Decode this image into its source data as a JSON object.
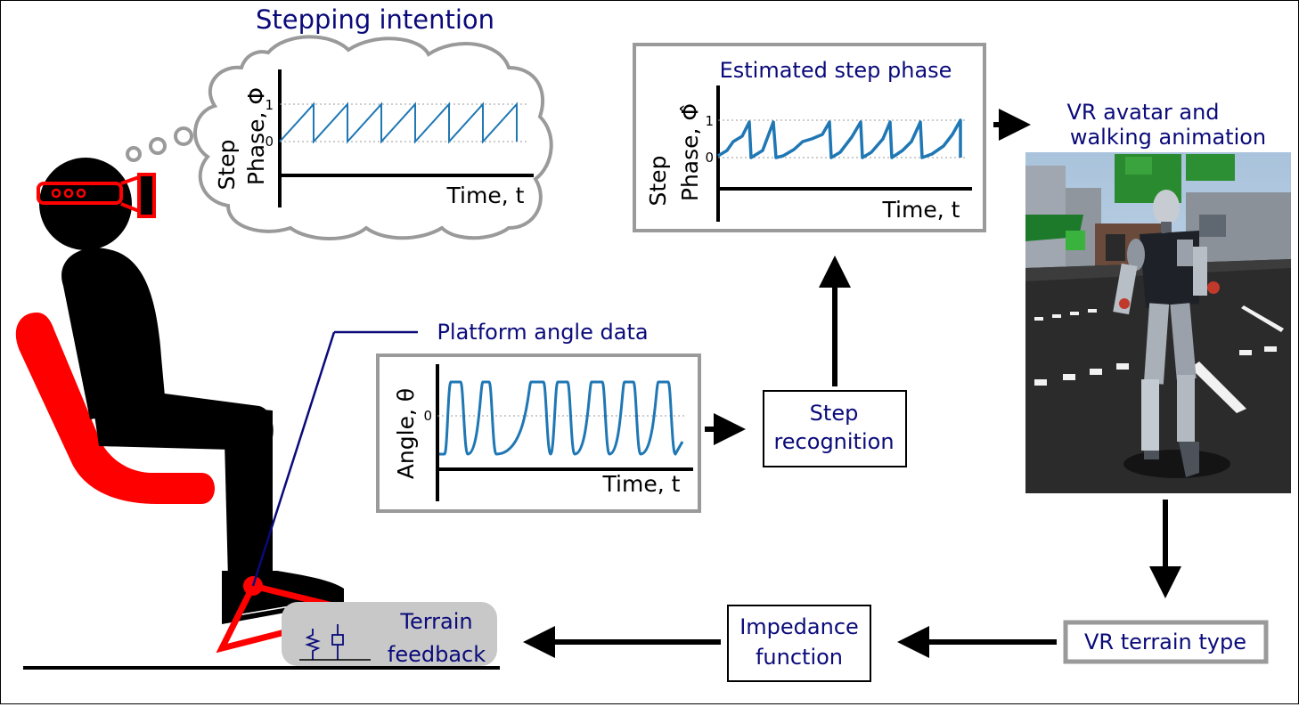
{
  "colors": {
    "accent_red": "#ff0000",
    "label_navy": "#0a0a7a",
    "plot_blue": "#1f77b4",
    "frame_gray": "#9a9a9a",
    "feedback_gray": "#c8c8c8"
  },
  "thought_cloud": {
    "title": "Stepping intention",
    "y_label_line1": "Step",
    "y_label_line2": "Phase, Φ",
    "x_label": "Time, t",
    "tick_1": "1",
    "tick_0": "0"
  },
  "estimated_phase_plot": {
    "title": "Estimated step phase",
    "y_label_line1": "Step",
    "y_label_line2": "Phase, Φ̂",
    "x_label": "Time, t",
    "tick_1": "1",
    "tick_0": "0"
  },
  "angle_plot": {
    "title": "Platform angle data",
    "y_label": "Angle, θ",
    "x_label": "Time, t",
    "tick_0": "0"
  },
  "step_recognition": {
    "line1": "Step",
    "line2": "recognition"
  },
  "vr_avatar": {
    "line1": "VR avatar and",
    "line2": "walking animation"
  },
  "vr_terrain": {
    "label": "VR terrain type"
  },
  "impedance": {
    "line1": "Impedance",
    "line2": "function"
  },
  "terrain_feedback": {
    "line1": "Terrain",
    "line2": "feedback"
  }
}
